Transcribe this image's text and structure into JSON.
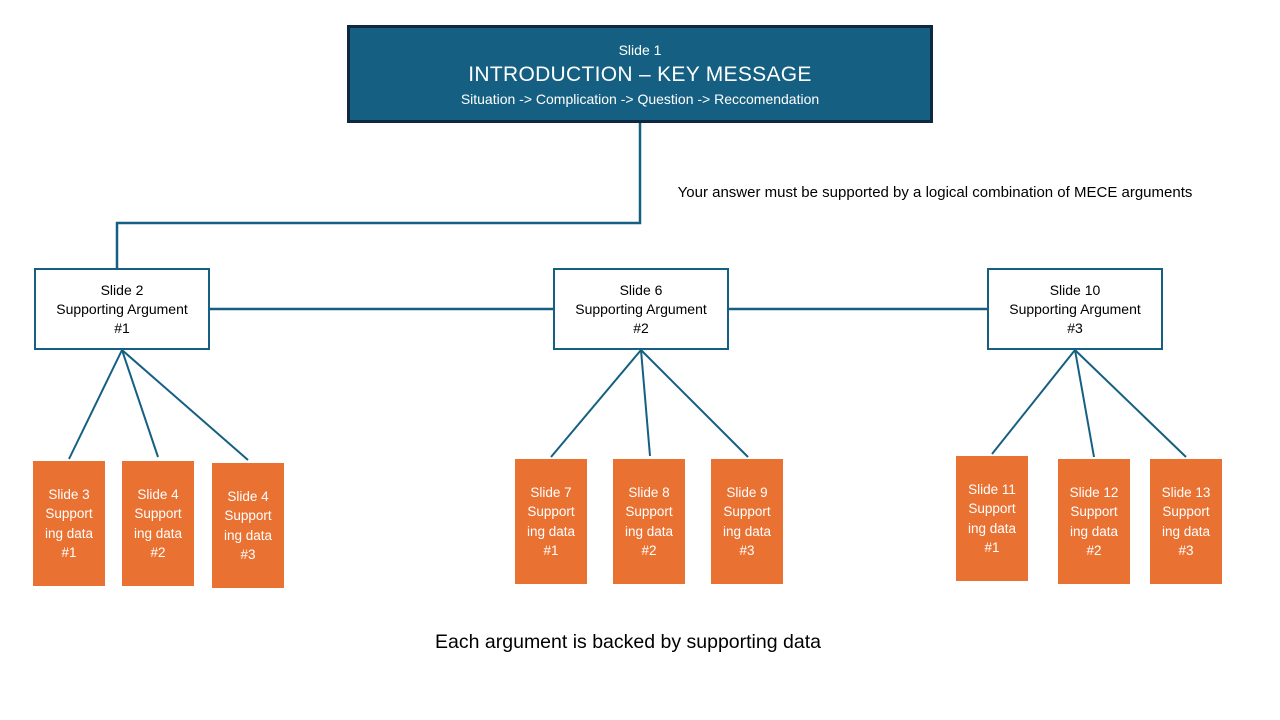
{
  "colors": {
    "accent_teal_fill": "#156082",
    "accent_dark_border": "#0e2841",
    "accent_orange": "#e97132",
    "connector_line": "#156082",
    "text_light": "#ffffff",
    "text_dark": "#000000",
    "background": "#ffffff"
  },
  "root_slide": {
    "slide_label": "Slide 1",
    "title": "INTRODUCTION – KEY MESSAGE",
    "subtitle": "Situation -> Complication -> Question -> Reccomendation"
  },
  "annotations": {
    "mece_note": "Your answer must be supported by a logical combination of MECE arguments",
    "bottom_note": "Each argument is backed by supporting data"
  },
  "arguments": [
    {
      "lines": [
        "Slide 2",
        "Supporting Argument",
        "#1"
      ]
    },
    {
      "lines": [
        "Slide 6",
        "Supporting Argument",
        "#2"
      ]
    },
    {
      "lines": [
        "Slide 10",
        "Supporting Argument",
        "#3"
      ]
    }
  ],
  "data_boxes": {
    "group1": [
      {
        "lines": [
          "Slide 3",
          "Support",
          "ing data",
          "#1"
        ]
      },
      {
        "lines": [
          "Slide 4",
          "Support",
          "ing data",
          "#2"
        ]
      },
      {
        "lines": [
          "Slide 4",
          "Support",
          "ing data",
          "#3"
        ]
      }
    ],
    "group2": [
      {
        "lines": [
          "Slide 7",
          "Support",
          "ing data",
          "#1"
        ]
      },
      {
        "lines": [
          "Slide 8",
          "Support",
          "ing data",
          "#2"
        ]
      },
      {
        "lines": [
          "Slide 9",
          "Support",
          "ing data",
          "#3"
        ]
      }
    ],
    "group3": [
      {
        "lines": [
          "Slide 11",
          "Support",
          "ing data",
          "#1"
        ]
      },
      {
        "lines": [
          "Slide 12",
          "Support",
          "ing data",
          "#2"
        ]
      },
      {
        "lines": [
          "Slide 13",
          "Support",
          "ing data",
          "#3"
        ]
      }
    ]
  }
}
